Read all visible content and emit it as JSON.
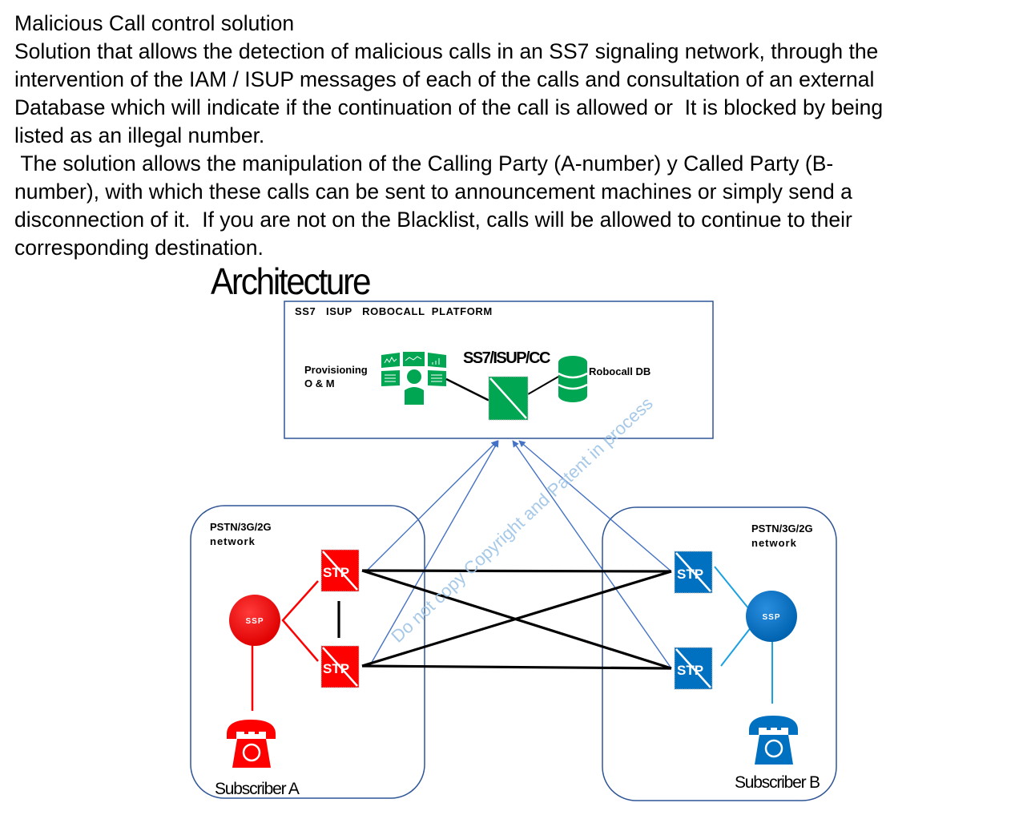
{
  "document": {
    "title": "Malicious Call control solution",
    "paragraphs": [
      "Solution that allows the detection of malicious calls in an SS7 signaling network, through the",
      "intervention of the IAM / ISUP messages of each of the calls and consultation of an external",
      "Database which will indicate if the continuation of the call is allowed or  It is blocked by being",
      "listed as an illegal number.",
      " The solution allows the manipulation of the Calling Party (A-number) y Called Party (B-",
      "number), with which these calls can be sent to announcement machines or simply send a",
      "disconnection of it.  If you are not on the Blacklist, calls will be allowed to continue to their",
      "corresponding destination."
    ]
  },
  "diagram": {
    "section_title": "Architecture",
    "platform": {
      "title": "SS7   ISUP   ROBOCALL  PLATFORM",
      "provisioning_label_1": "Provisioning",
      "provisioning_label_2": "O & M",
      "core_label": "SS7/ISUP/CC",
      "db_label": "Robocall DB",
      "color": "#00a651"
    },
    "network_a": {
      "label_1": "PSTN/3G/2G",
      "label_2": "network",
      "ssp_label": "SSP",
      "stp_top_label": "STP",
      "stp_bottom_label": "STP",
      "subscriber_label": "Subscriber A",
      "color": "#ff0000"
    },
    "network_b": {
      "label_1": "PSTN/3G/2G",
      "label_2": "network",
      "ssp_label": "SSP",
      "stp_top_label": "STP",
      "stp_bottom_label": "STP",
      "subscriber_label": "Subscriber B",
      "color": "#0070c0",
      "link_color": "#1ba1e2"
    },
    "watermark": "Do not copy Copyright and Patent in process",
    "colors": {
      "box_border": "#2f5597",
      "signal_link": "#4472c4",
      "trunk": "#000000",
      "watermark": "#9dc3e6"
    }
  }
}
